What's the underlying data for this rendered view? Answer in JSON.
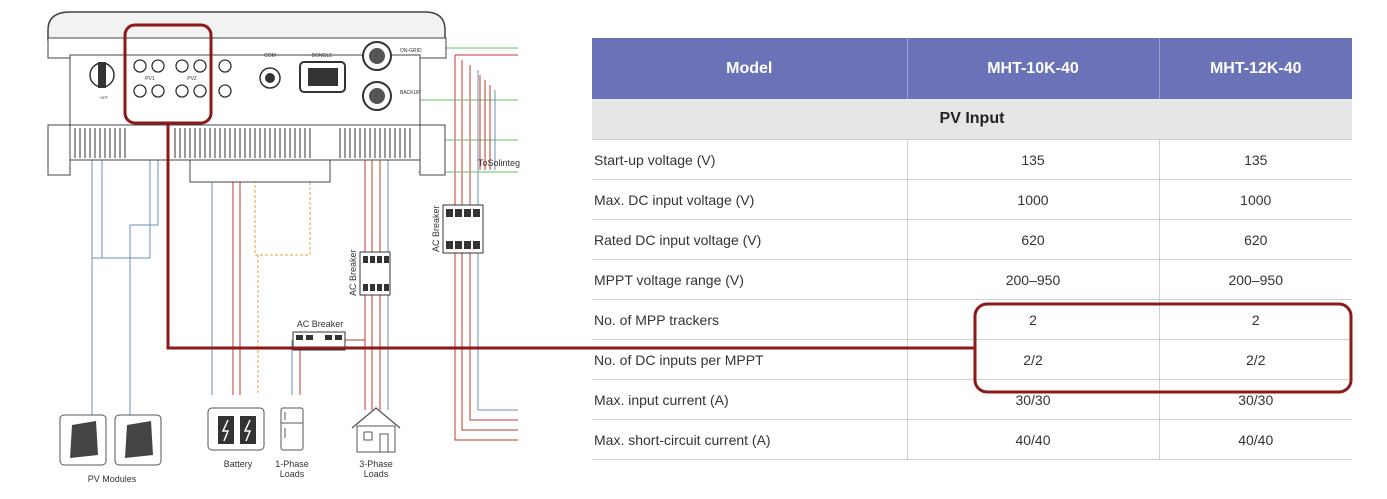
{
  "diagram": {
    "inverter_labels": {
      "pv_left": "PV1",
      "pv_right": "PV2",
      "com": "COM",
      "dongle": "DONGLE",
      "grid": "ON-GRID",
      "backup": "BACKUP",
      "off": "OFF"
    },
    "to_solinteg": "ToSolinteg",
    "ac_breaker_1": "AC Breaker",
    "ac_breaker_2": "AC Breaker",
    "ac_breaker_3": "AC Breaker",
    "pv_modules": "PV Modules",
    "battery": "Battery",
    "loads_1_line1": "1-Phase",
    "loads_1_line2": "Loads",
    "loads_3_line1": "3-Phase",
    "loads_3_line2": "Loads"
  },
  "table": {
    "headers": [
      "Model",
      "MHT-10K-40",
      "MHT-12K-40"
    ],
    "section": "PV Input",
    "rows": [
      {
        "param": "Start-up voltage (V)",
        "v1": "135",
        "v2": "135"
      },
      {
        "param": "Max. DC input voltage (V)",
        "v1": "1000",
        "v2": "1000"
      },
      {
        "param": "Rated DC input voltage (V)",
        "v1": "620",
        "v2": "620"
      },
      {
        "param": "MPPT voltage range (V)",
        "v1": "200–950",
        "v2": "200–950"
      },
      {
        "param": "No. of MPP trackers",
        "v1": "2",
        "v2": "2"
      },
      {
        "param": "No. of DC inputs per MPPT",
        "v1": "2/2",
        "v2": "2/2"
      },
      {
        "param": "Max. input current (A)",
        "v1": "30/30",
        "v2": "30/30"
      },
      {
        "param": "Max. short-circuit current (A)",
        "v1": "40/40",
        "v2": "40/40"
      }
    ]
  },
  "colors": {
    "header_bg": "#6a72b8",
    "highlight": "#8b1a1a",
    "section_bg": "#e6e6e6"
  }
}
